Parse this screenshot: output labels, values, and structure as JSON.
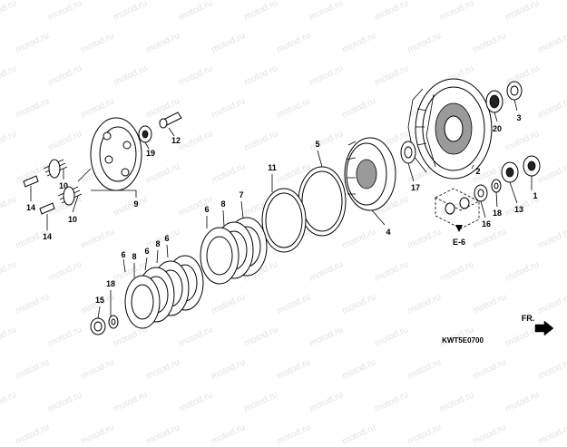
{
  "watermark": {
    "text": "motod.ru"
  },
  "diagram": {
    "code": "KWT5E0700",
    "ref_label": "E-6",
    "direction_label": "FR.",
    "callouts": {
      "c1": "1",
      "c2": "2",
      "c3": "3",
      "c4": "4",
      "c5": "5",
      "c6a": "6",
      "c6b": "6",
      "c6c": "6",
      "c6d": "6",
      "c7": "7",
      "c8a": "8",
      "c8b": "8",
      "c8c": "8",
      "c9": "9",
      "c10a": "10",
      "c10b": "10",
      "c11": "11",
      "c12": "12",
      "c13": "13",
      "c14a": "14",
      "c14b": "14",
      "c15": "15",
      "c16": "16",
      "c17": "17",
      "c18a": "18",
      "c18b": "18",
      "c19": "19",
      "c20": "20"
    }
  }
}
